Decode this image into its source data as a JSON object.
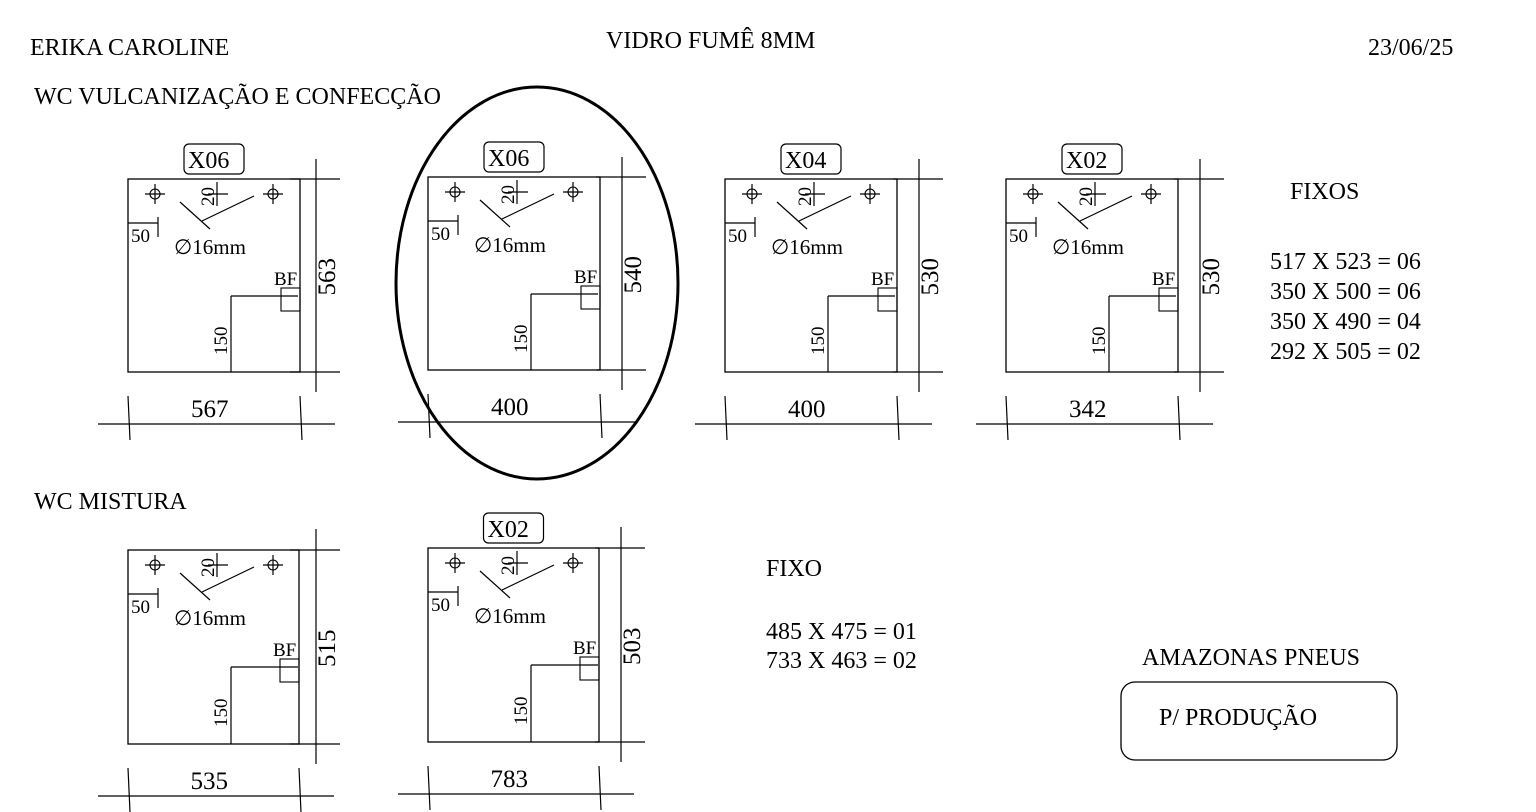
{
  "header": {
    "client": "ERIKA CAROLINE",
    "material": "VIDRO FUMÊ 8MM",
    "date": "23/06/25"
  },
  "sections": [
    {
      "title": "WC VULCANIZAÇÃO E CONFECÇÃO",
      "panels": [
        {
          "tag": "X06",
          "width": "567",
          "height": "563",
          "hole_label": "∅16mm",
          "offset_top": "20",
          "offset_side": "50",
          "bf_label": "BF",
          "bf_height": "150",
          "circled": false
        },
        {
          "tag": "X06",
          "width": "400",
          "height": "540",
          "hole_label": "∅16mm",
          "offset_top": "20",
          "offset_side": "50",
          "bf_label": "BF",
          "bf_height": "150",
          "circled": true
        },
        {
          "tag": "X04",
          "width": "400",
          "height": "530",
          "hole_label": "∅16mm",
          "offset_top": "20",
          "offset_side": "50",
          "bf_label": "BF",
          "bf_height": "150",
          "circled": false
        },
        {
          "tag": "X02",
          "width": "342",
          "height": "530",
          "hole_label": "∅16mm",
          "offset_top": "20",
          "offset_side": "50",
          "bf_label": "BF",
          "bf_height": "150",
          "circled": false
        }
      ],
      "fixed_title": "FIXOS",
      "fixed_items": [
        "517 X 523 = 06",
        "350 X 500 = 06",
        "350 X 490 = 04",
        "292 X 505 = 02"
      ]
    },
    {
      "title": "WC MISTURA",
      "panels": [
        {
          "tag": "",
          "width": "535",
          "height": "515",
          "hole_label": "∅16mm",
          "offset_top": "20",
          "offset_side": "50",
          "bf_label": "BF",
          "bf_height": "150",
          "circled": false
        },
        {
          "tag": "X02",
          "width": "783",
          "height": "503",
          "hole_label": "∅16mm",
          "offset_top": "20",
          "offset_side": "50",
          "bf_label": "BF",
          "bf_height": "150",
          "circled": false
        }
      ],
      "fixed_title": "FIXO",
      "fixed_items": [
        "485 X 475 = 01",
        "733 X 463 = 02"
      ]
    }
  ],
  "footer": {
    "company": "AMAZONAS PNEUS",
    "stamp": "P/ PRODUÇÃO"
  }
}
